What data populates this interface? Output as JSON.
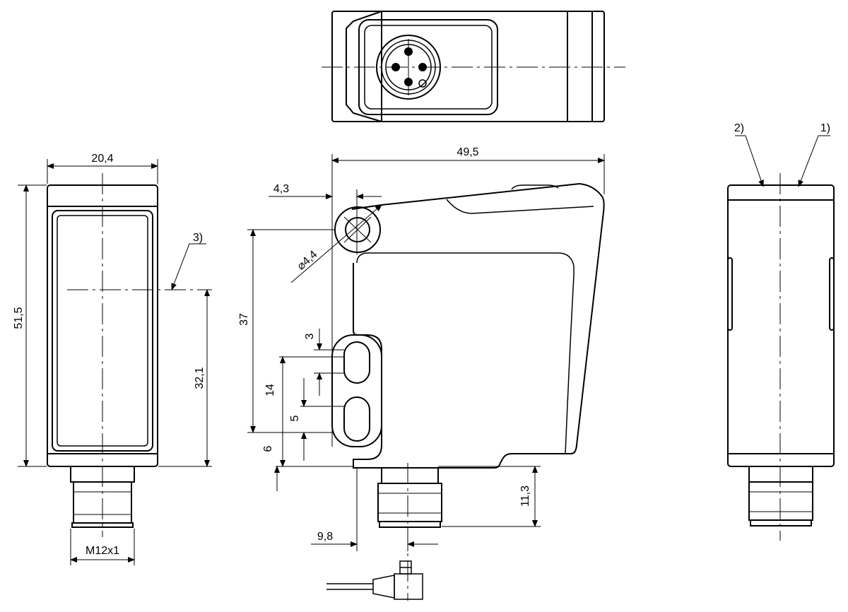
{
  "diagram": {
    "dimensions": {
      "width_front": "20,4",
      "height_front": "51,5",
      "callout_3": "3)",
      "height_32_1": "32,1",
      "thread": "M12x1",
      "width_side": "49,5",
      "offset_4_3": "4,3",
      "hole_diameter": "⌀4,4",
      "height_37": "37",
      "slot_3": "3",
      "slot_14": "14",
      "slot_5": "5",
      "slot_6": "6",
      "connector_11_3": "11,3",
      "connector_9_8": "9,8",
      "callout_2": "2)",
      "callout_1": "1)"
    }
  }
}
